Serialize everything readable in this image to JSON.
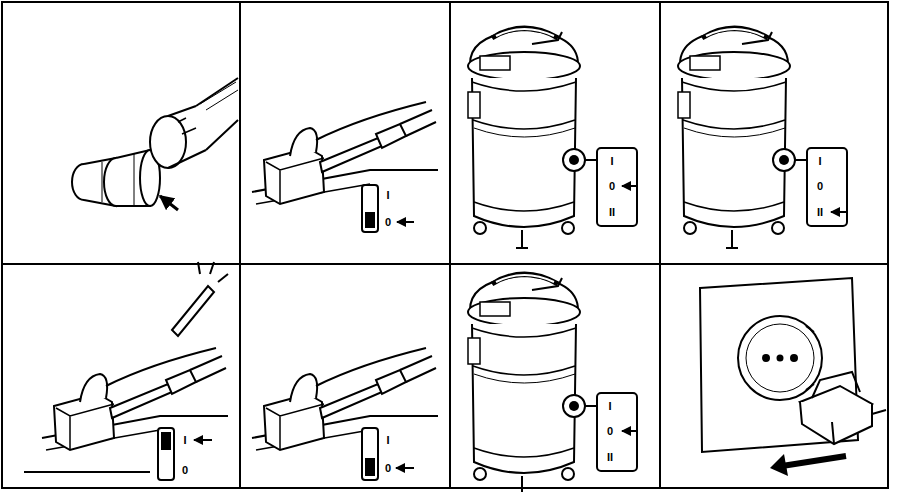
{
  "diagram": {
    "labels": [
      "I",
      "0",
      "I",
      "0",
      "II",
      "I",
      "0",
      "II",
      "I",
      "0",
      "I",
      "0",
      "I",
      "0",
      "II"
    ]
  }
}
